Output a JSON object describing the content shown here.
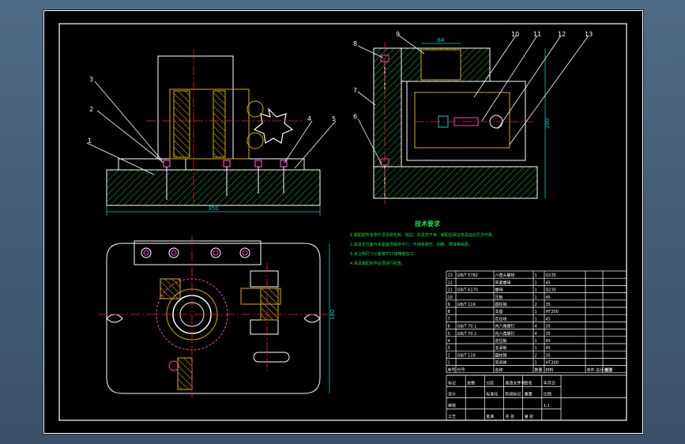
{
  "drawing": {
    "title_tech": "技术要求",
    "tech_lines": [
      "1.装配前所有零件须清除毛刺、锐边、并清洗干净，装配后保证夹具运动灵活可靠。",
      "2.夹具定位面与夹紧面须保持平行，不得有碰伤、划痕、锈蚀等缺陷。",
      "3.未注明尺寸公差按IT12级精度加工。",
      "4.夹具装配完毕后须进行检查。"
    ],
    "balloons_front": [
      "3",
      "2",
      "1",
      "4",
      "5"
    ],
    "balloons_side": [
      "8",
      "9",
      "10",
      "11",
      "12",
      "13",
      "7",
      "6"
    ],
    "dims": {
      "front_width": "350",
      "top_slot": "64",
      "side_height": "200",
      "plan_height": "180"
    },
    "bom": {
      "rows": [
        {
          "no": "13",
          "code": "GB/T 5782",
          "name": "六角头螺栓",
          "qty": "1",
          "material": "Q235",
          "note": ""
        },
        {
          "no": "12",
          "code": "",
          "name": "夹紧螺母",
          "qty": "1",
          "material": "45",
          "note": ""
        },
        {
          "no": "11",
          "code": "GB/T 6170",
          "name": "螺母",
          "qty": "1",
          "material": "Q235",
          "note": ""
        },
        {
          "no": "10",
          "code": "",
          "name": "压板",
          "qty": "1",
          "material": "45",
          "note": ""
        },
        {
          "no": "9",
          "code": "GB/T 119",
          "name": "圆柱销",
          "qty": "2",
          "material": "35",
          "note": ""
        },
        {
          "no": "8",
          "code": "",
          "name": "支座",
          "qty": "1",
          "material": "HT200",
          "note": ""
        },
        {
          "no": "7",
          "code": "",
          "name": "定位块",
          "qty": "1",
          "material": "45",
          "note": ""
        },
        {
          "no": "6",
          "code": "GB/T 70.1",
          "name": "内六角螺钉",
          "qty": "4",
          "material": "35",
          "note": ""
        },
        {
          "no": "5",
          "code": "GB/T 70.1",
          "name": "内六角螺钉",
          "qty": "4",
          "material": "35",
          "note": ""
        },
        {
          "no": "4",
          "code": "",
          "name": "定位板",
          "qty": "1",
          "material": "45",
          "note": ""
        },
        {
          "no": "3",
          "code": "",
          "name": "支承板",
          "qty": "1",
          "material": "45",
          "note": ""
        },
        {
          "no": "2",
          "code": "GB/T 119",
          "name": "圆柱销",
          "qty": "2",
          "material": "35",
          "note": ""
        },
        {
          "no": "1",
          "code": "",
          "name": "夹具体",
          "qty": "1",
          "material": "HT200",
          "note": ""
        }
      ],
      "headers": {
        "no": "序号",
        "code": "代号",
        "name": "名称",
        "qty": "数量",
        "material": "材料",
        "weight": "单件 总计 重量",
        "note": "备注"
      }
    },
    "titleblock": {
      "row1": [
        "标记",
        "处数",
        "分区",
        "更改文件号",
        "签名",
        "年月日"
      ],
      "row2": [
        "设计",
        "",
        "标准化",
        "阶段标记",
        "重量",
        "比例"
      ],
      "row3": [
        "审核",
        "",
        "",
        "",
        "",
        "1:1"
      ],
      "row4": [
        "工艺",
        "",
        "批准",
        "共 张",
        "第 张",
        ""
      ]
    }
  }
}
